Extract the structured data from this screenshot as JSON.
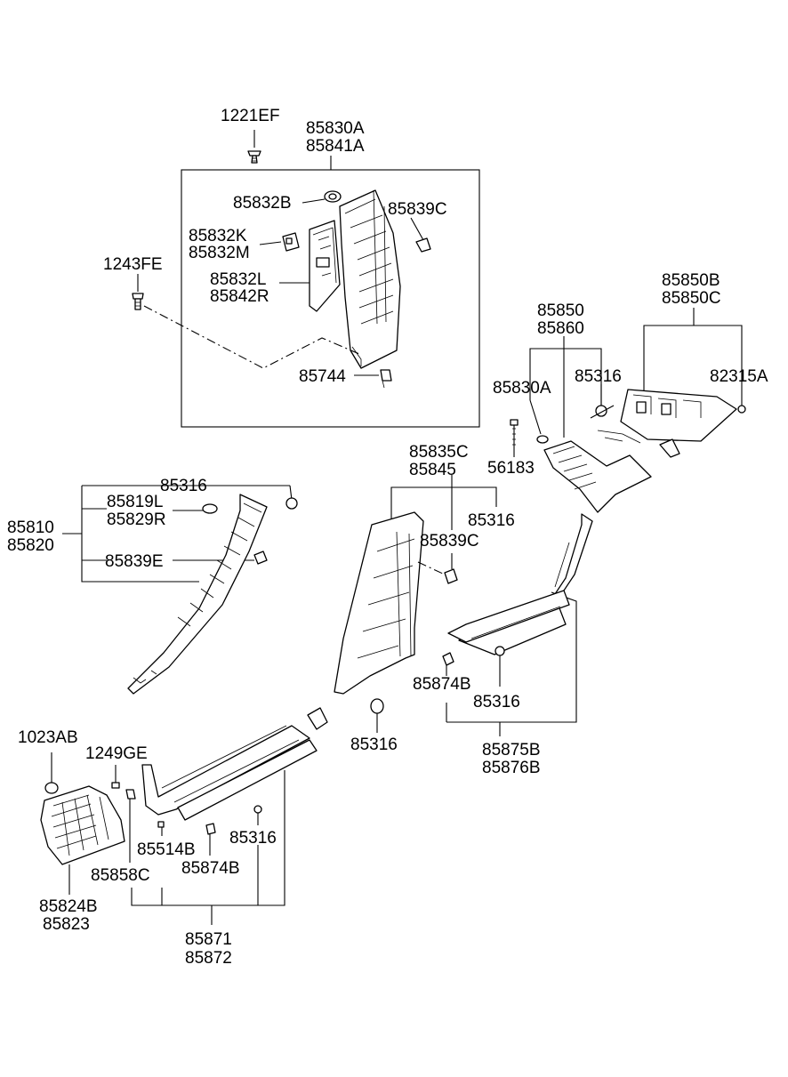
{
  "labels": {
    "l1221ef": "1221EF",
    "l85830a_top": "85830A",
    "l85841a": "85841A",
    "l85832b": "85832B",
    "l85839c_top": "85839C",
    "l85832k": "85832K",
    "l85832m": "85832M",
    "l1243fe": "1243FE",
    "l85832l": "85832L",
    "l85842r": "85842R",
    "l85744": "85744",
    "l85850b": "85850B",
    "l85850c": "85850C",
    "l85850": "85850",
    "l85860": "85860",
    "l85830a_mid": "85830A",
    "l85316_mid": "85316",
    "l82315a": "82315A",
    "l56183": "56183",
    "l85835c": "85835C",
    "l85845": "85845",
    "l85316_a": "85316",
    "l85316_b": "85316",
    "l85839c_mid": "85839C",
    "l85819l": "85819L",
    "l85829r": "85829R",
    "l85810": "85810",
    "l85820": "85820",
    "l85839e": "85839E",
    "l85874b_r": "85874B",
    "l85316_r": "85316",
    "l85875b": "85875B",
    "l85876b": "85876B",
    "l85316_c": "85316",
    "l1023ab": "1023AB",
    "l1249ge": "1249GE",
    "l85514b": "85514B",
    "l85316_d": "85316",
    "l85858c": "85858C",
    "l85874b_l": "85874B",
    "l85824b": "85824B",
    "l85823": "85823",
    "l85871": "85871",
    "l85872": "85872"
  }
}
